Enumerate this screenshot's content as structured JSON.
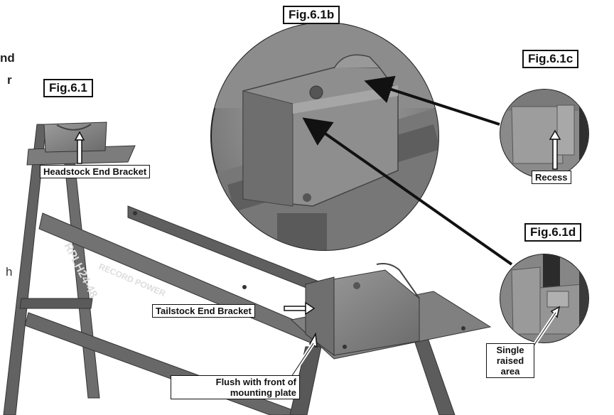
{
  "figures": {
    "fig_main": "Fig.6.1",
    "fig_b": "Fig.6.1b",
    "fig_c": "Fig.6.1c",
    "fig_d": "Fig.6.1d"
  },
  "callouts": {
    "headstock": "Headstock End Bracket",
    "tailstock": "Tailstock End Bracket",
    "flush_line1": "Flush with front of",
    "flush_line2": "mounting plate",
    "recess": "Recess",
    "single_line1": "Single",
    "single_line2": "raised",
    "single_line3": "area"
  },
  "stand_branding": {
    "model": "RPLH24-48",
    "brand": "RECORD POWER"
  },
  "margin_fragments": {
    "top1": "nd",
    "top2": "r",
    "mid": "h"
  },
  "colors": {
    "metal": "#6f6f6f",
    "metal_dark": "#444444",
    "metal_light": "#9a9a9a",
    "background_photo": "#b5b5b5",
    "outline": "#111111"
  }
}
